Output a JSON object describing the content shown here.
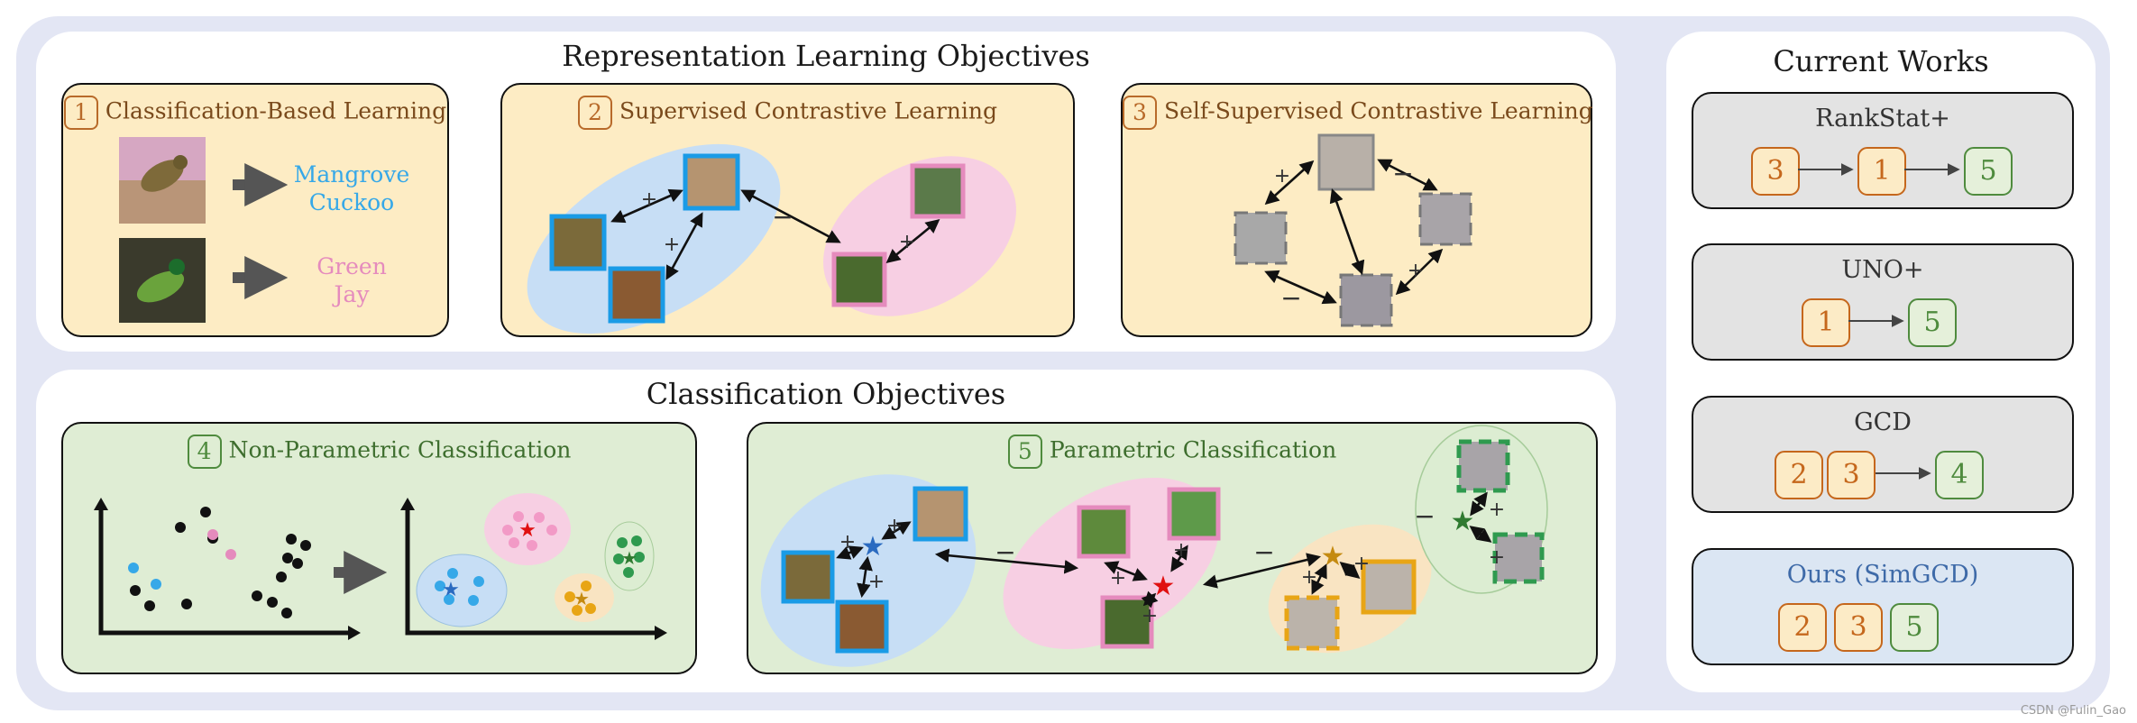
{
  "representation": {
    "title": "Representation Learning Objectives",
    "box1": {
      "num": "1",
      "title": "Classification-Based Learning",
      "label_blue": [
        "Mangrove",
        "Cuckoo"
      ],
      "label_pink": [
        "Green",
        "Jay"
      ]
    },
    "box2": {
      "num": "2",
      "title": "Supervised Contrastive Learning"
    },
    "box3": {
      "num": "3",
      "title": "Self-Supervised Contrastive Learning"
    }
  },
  "classification": {
    "title": "Classification Objectives",
    "box4": {
      "num": "4",
      "title": "Non-Parametric Classification"
    },
    "box5": {
      "num": "5",
      "title": "Parametric Classification"
    }
  },
  "current_works": {
    "title": "Current Works",
    "methods": [
      {
        "name": "RankStat+",
        "steps": [
          "3",
          "1",
          "5"
        ]
      },
      {
        "name": "UNO+",
        "steps": [
          "1",
          "5"
        ]
      },
      {
        "name": "GCD",
        "steps": [
          "2",
          "3",
          "4"
        ]
      },
      {
        "name": "Ours (SimGCD)",
        "steps": [
          "2",
          "3",
          "5"
        ]
      }
    ]
  },
  "symbols": {
    "plus": "+",
    "minus": "−"
  },
  "watermark": "CSDN @Fulin_Gao",
  "colors": {
    "blue": "#1a9be6",
    "pink": "#e58bbd",
    "green": "#2f9a4f",
    "orange": "#e8a515",
    "orange_text": "#b86a2a",
    "green_text": "#4f8b3e",
    "blue_text": "#3e6aa8"
  }
}
